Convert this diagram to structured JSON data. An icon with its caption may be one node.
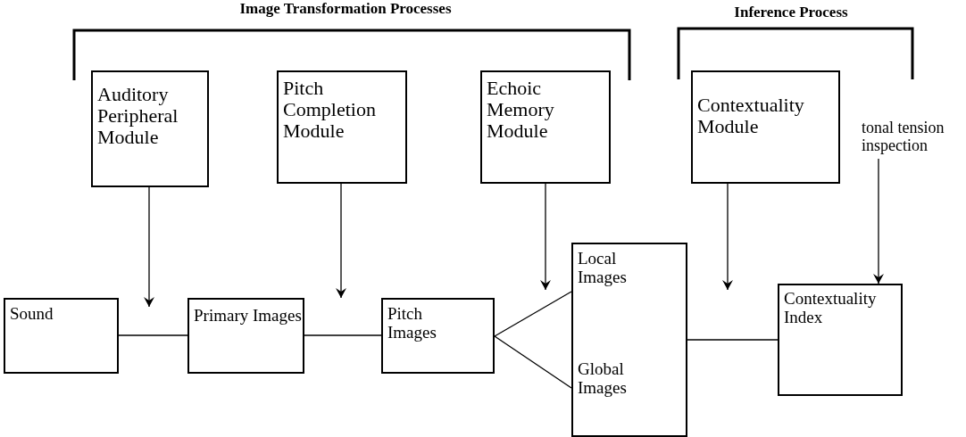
{
  "diagram": {
    "nodes": [
      {
        "text": [
          "Auditory Peripheral Module"
        ]
      },
      {
        "text": [
          "Pitch Completion Module"
        ]
      },
      {
        "text": [
          "Echoic Memory Module"
        ]
      },
      {
        "text": [
          "Contextuality Module"
        ]
      },
      {
        "text": [
          "tonal tension inspection"
        ]
      },
      {
        "text": [
          "Sound"
        ]
      },
      {
        "text": [
          "Primary Images"
        ]
      },
      {
        "text": [
          "Pitch Images"
        ]
      },
      {
        "text": [
          "Local Images",
          "Global Images"
        ]
      },
      {
        "text": [
          "Contextuality Index"
        ]
      }
    ],
    "edges": [
      {
        "from": 0,
        "to": null,
        "arrow": "to"
      },
      {
        "from": 1,
        "to": null,
        "arrow": "to"
      },
      {
        "from": 2,
        "to": null,
        "arrow": "to"
      },
      {
        "from": 3,
        "to": null,
        "arrow": "to"
      },
      {
        "from": 4,
        "to": 9,
        "arrow": "to"
      },
      {
        "from": 5,
        "to": 6,
        "arrow": "none"
      },
      {
        "from": 6,
        "to": 7,
        "arrow": "none"
      },
      {
        "from": 7,
        "to": 8,
        "arrow": "none"
      },
      {
        "from": 7,
        "to": 8,
        "arrow": "none"
      },
      {
        "from": 8,
        "to": 9,
        "arrow": "none"
      }
    ],
    "labels": [
      "Image Transformation Processes",
      "Inference Process"
    ]
  }
}
